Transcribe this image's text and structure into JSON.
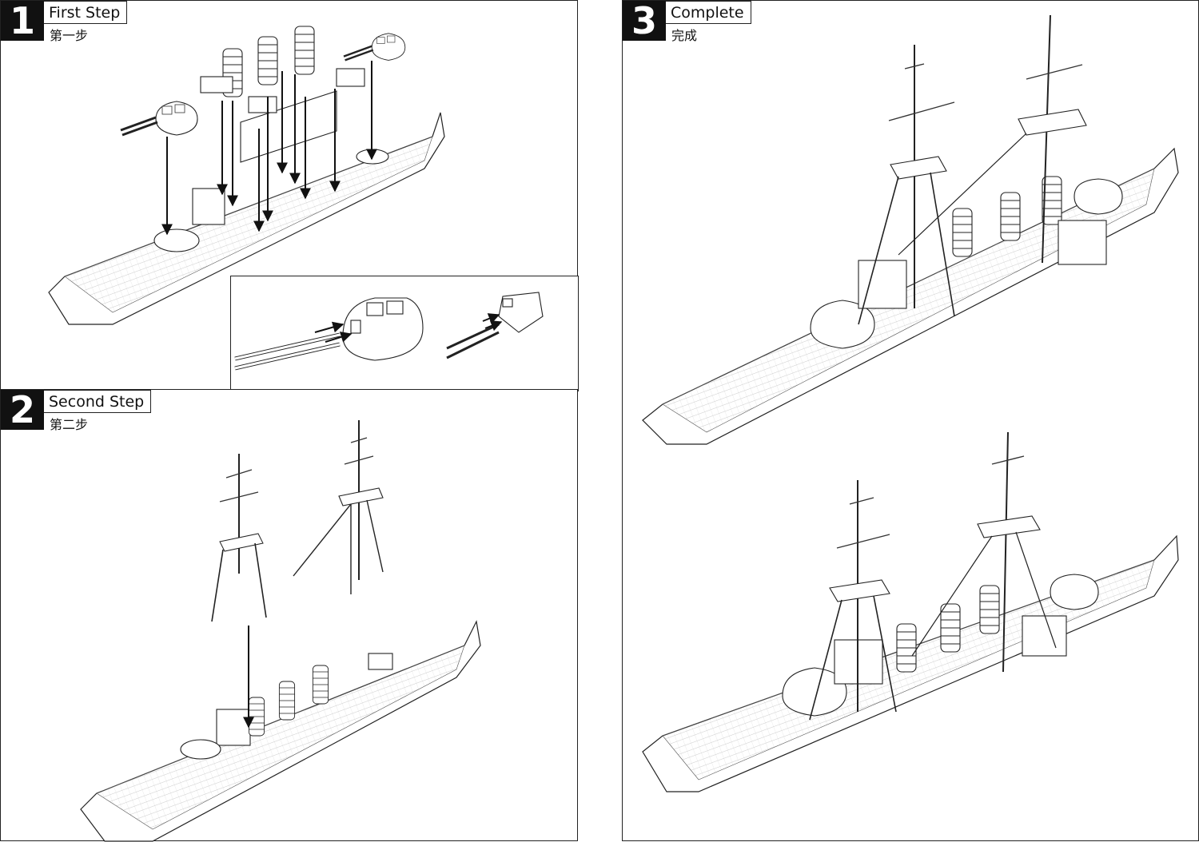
{
  "steps": [
    {
      "number": "1",
      "title": "First Step",
      "subtitle": "第一步"
    },
    {
      "number": "2",
      "title": "Second Step",
      "subtitle": "第二步"
    },
    {
      "number": "3",
      "title": "Complete",
      "subtitle": "完成"
    }
  ]
}
